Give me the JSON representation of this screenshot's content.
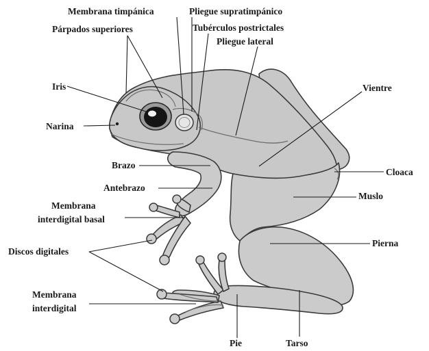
{
  "labels": {
    "membrana_timpanica": "Membrana timpánica",
    "pliegue_supratimpanico": "Pliegue supratimpánico",
    "parpados_superiores": "Párpados superiores",
    "tuberculos_postrictales": "Tubérculos postrictales",
    "pliegue_lateral": "Pliegue lateral",
    "iris": "Iris",
    "vientre": "Vientre",
    "narina": "Narina",
    "brazo": "Brazo",
    "cloaca": "Cloaca",
    "antebrazo": "Antebrazo",
    "muslo": "Muslo",
    "membrana_interdigital_basal_1": "Membrana",
    "membrana_interdigital_basal_2": "interdigital basal",
    "pierna": "Pierna",
    "discos_digitales": "Discos digitales",
    "membrana_interdigital_1": "Membrana",
    "membrana_interdigital_2": "interdigital",
    "pie": "Pie",
    "tarso": "Tarso"
  },
  "colors": {
    "body_fill": "#c8c8c8",
    "outline": "#3a3a3a",
    "label_text": "#1a1a1a"
  }
}
